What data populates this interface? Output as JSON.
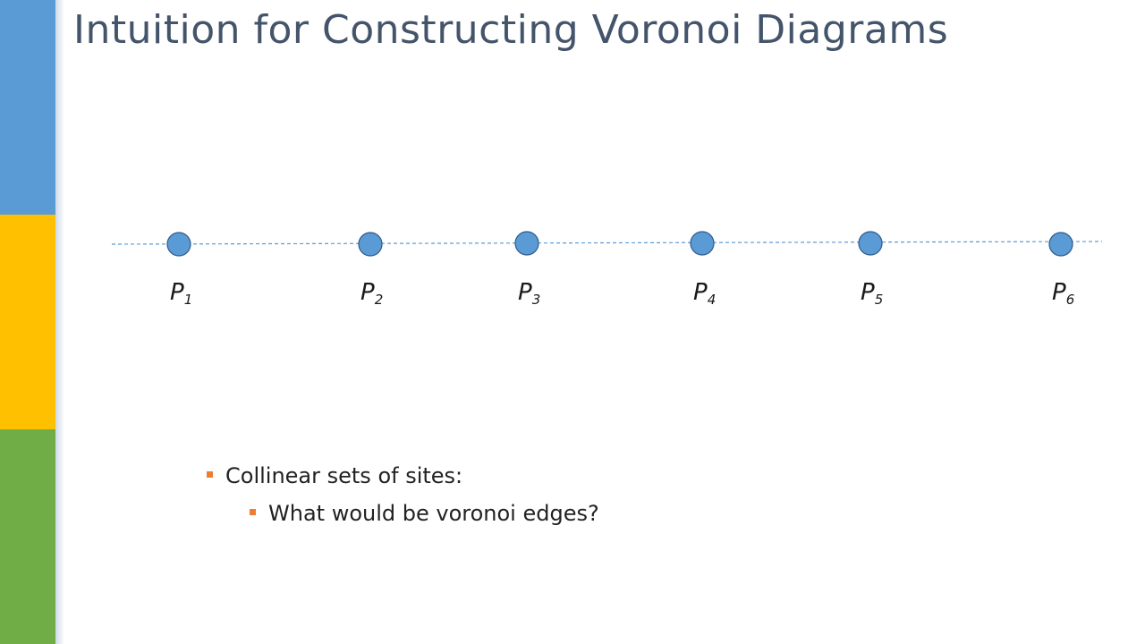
{
  "slide": {
    "title": "Intuition for Constructing Voronoi Diagrams",
    "colors": {
      "title": "#44546a",
      "bar_blue": "#5b9bd5",
      "bar_yellow": "#ffc000",
      "bar_green": "#70ad47",
      "site_fill": "#5b9bd5",
      "site_stroke": "#2f5a8a",
      "line": "#5b9bd5",
      "bullet_marker": "#ed7d31"
    }
  },
  "diagram": {
    "sites": [
      {
        "letter": "P",
        "index": "1"
      },
      {
        "letter": "P",
        "index": "2"
      },
      {
        "letter": "P",
        "index": "3"
      },
      {
        "letter": "P",
        "index": "4"
      },
      {
        "letter": "P",
        "index": "5"
      },
      {
        "letter": "P",
        "index": "6"
      }
    ]
  },
  "bullets": [
    {
      "text": "Collinear sets of sites:",
      "level": 1
    },
    {
      "text": "What would be voronoi edges?",
      "level": 2
    }
  ]
}
